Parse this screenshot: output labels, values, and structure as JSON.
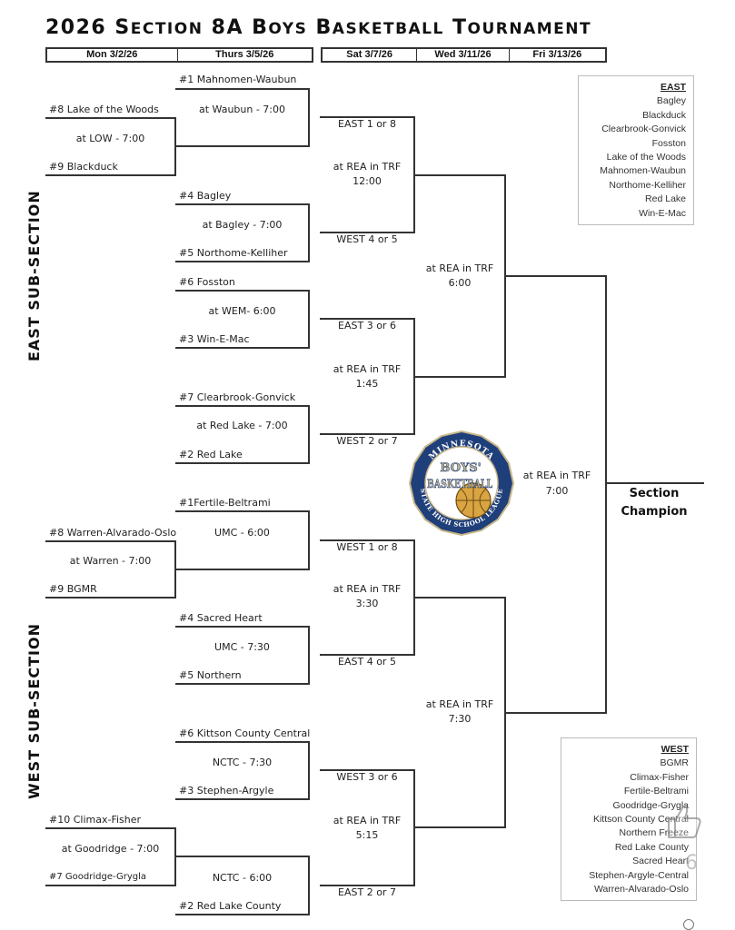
{
  "title": {
    "prefix": "2026 ",
    "words": [
      "Section",
      "8A",
      "Boys",
      "Basketball",
      "Tournament"
    ]
  },
  "dates": {
    "group1": [
      "Mon 3/2/26",
      "Thurs 3/5/26"
    ],
    "group2": [
      "Sat 3/7/26",
      "Wed 3/11/26",
      "Fri 3/13/26"
    ]
  },
  "subsections": {
    "east": "EAST SUB-SECTION",
    "west": "WEST SUB-SECTION"
  },
  "east": {
    "r1": {
      "top": "#8 Lake of the Woods",
      "site": "at LOW - 7:00",
      "bottom": "#9 Blackduck"
    },
    "r2": [
      {
        "top": "#1 Mahnomen-Waubun",
        "site": "at Waubun - 7:00",
        "bottom": ""
      },
      {
        "top": "#4 Bagley",
        "site": "at Bagley - 7:00",
        "bottom": "#5 Northome-Kelliher"
      },
      {
        "top": "#6 Fosston",
        "site": "at WEM- 6:00",
        "bottom": "#3 Win-E-Mac"
      },
      {
        "top": "#7 Clearbrook-Gonvick",
        "site": "at Red Lake - 7:00",
        "bottom": "#2 Red Lake"
      }
    ],
    "r3": [
      {
        "top": "EAST 1 or 8",
        "site1": "at REA in TRF",
        "site2": "12:00",
        "bottom": "WEST 4 or 5"
      },
      {
        "top": "EAST 3 or 6",
        "site1": "at REA in TRF",
        "site2": "1:45",
        "bottom": "WEST 2 or 7"
      }
    ],
    "r4": {
      "site1": "at REA in TRF",
      "site2": "6:00"
    }
  },
  "west": {
    "r1": [
      {
        "top": "#8 Warren-Alvarado-Oslo",
        "site": "at Warren - 7:00",
        "bottom": "#9 BGMR"
      },
      {
        "top": "#10 Climax-Fisher",
        "site": "at Goodridge - 7:00",
        "bottom": "#7 Goodridge-Grygla"
      }
    ],
    "r2": [
      {
        "top": "#1Fertile-Beltrami",
        "site": "UMC - 6:00",
        "bottom": ""
      },
      {
        "top": "#4 Sacred Heart",
        "site": "UMC - 7:30",
        "bottom": "#5 Northern"
      },
      {
        "top": "#6 Kittson County Central",
        "site": "NCTC - 7:30",
        "bottom": "#3 Stephen-Argyle"
      },
      {
        "top": "",
        "site": "NCTC - 6:00",
        "bottom": "#2 Red Lake County"
      }
    ],
    "r3": [
      {
        "top": "WEST 1 or 8",
        "site1": "at REA in TRF",
        "site2": "3:30",
        "bottom": "EAST 4 or 5"
      },
      {
        "top": "WEST 3 or 6",
        "site1": "at REA in TRF",
        "site2": "5:15",
        "bottom": "EAST 2 or 7"
      }
    ],
    "r4": {
      "site1": "at REA in TRF",
      "site2": "7:30"
    }
  },
  "final": {
    "site1": "at REA in TRF",
    "site2": "7:00",
    "champion1": "Section",
    "champion2": "Champion"
  },
  "legend_east": {
    "heading": "EAST",
    "teams": [
      "Bagley",
      "Blackduck",
      "Clearbrook-Gonvick",
      "Fosston",
      "Lake of the Woods",
      "Mahnomen-Waubun",
      "Northome-Kelliher",
      "Red Lake",
      "Win-E-Mac"
    ]
  },
  "legend_west": {
    "heading": "WEST",
    "teams": [
      "BGMR",
      "Climax-Fisher",
      "Fertile-Beltrami",
      "Goodridge-Grygla",
      "Kittson County Central",
      "Northern Freeze",
      "Red Lake County",
      "Sacred Heart",
      "Stephen-Argyle-Central",
      "Warren-Alvarado-Oslo"
    ]
  },
  "logo": {
    "arc_top": "MINNESOTA",
    "line1": "BOYS'",
    "line2": "BASKETBALL",
    "arc_bottom": "STATE HIGH SCHOOL LEAGUE"
  },
  "overlay": {
    "count": "6"
  },
  "colors": {
    "line": "#333333",
    "logo_navy": "#1f3f7a",
    "logo_gold": "#d9a441",
    "logo_tan": "#c8b68a"
  }
}
